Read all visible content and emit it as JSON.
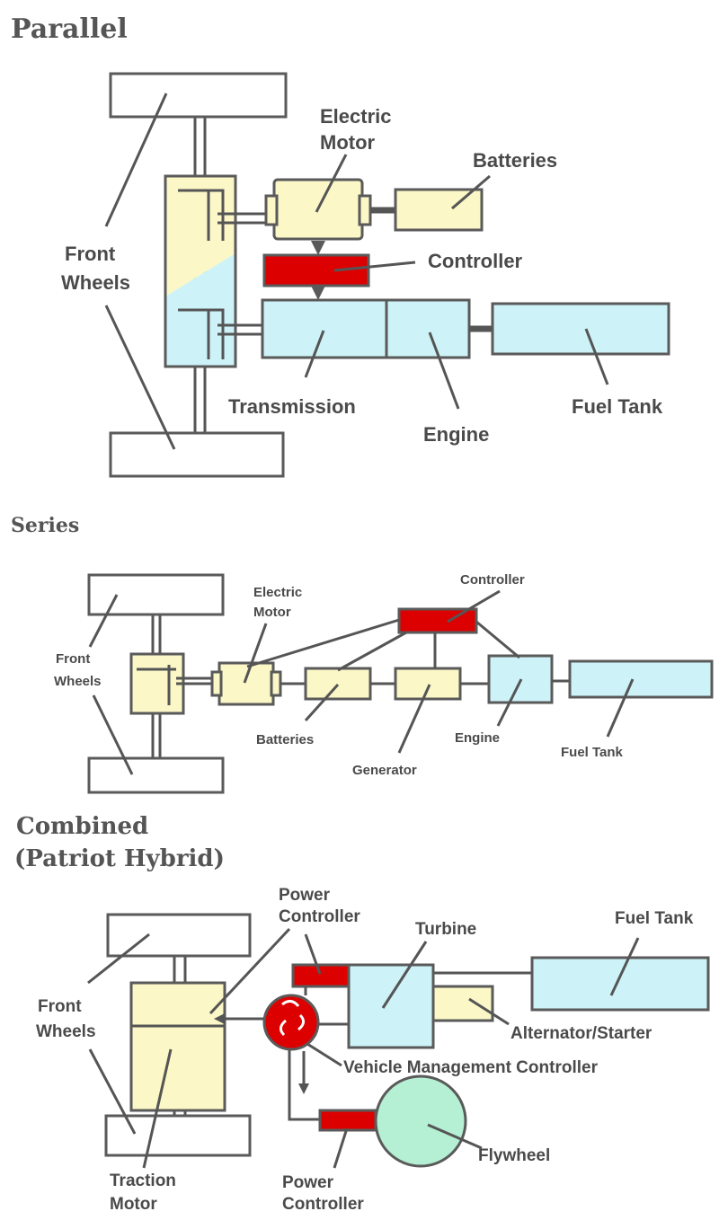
{
  "sections": {
    "parallel": {
      "title": "Parallel",
      "labels": {
        "electric_motor_1": "Electric",
        "electric_motor_2": "Motor",
        "batteries": "Batteries",
        "controller": "Controller",
        "front_wheels_1": "Front",
        "front_wheels_2": "Wheels",
        "transmission": "Transmission",
        "engine": "Engine",
        "fuel_tank": "Fuel Tank"
      }
    },
    "series": {
      "title": "Series",
      "labels": {
        "controller": "Controller",
        "electric_motor_1": "Electric",
        "electric_motor_2": "Motor",
        "front_wheels_1": "Front",
        "front_wheels_2": "Wheels",
        "batteries": "Batteries",
        "generator": "Generator",
        "engine": "Engine",
        "fuel_tank": "Fuel Tank"
      }
    },
    "combined": {
      "title_1": "Combined",
      "title_2": "(Patriot Hybrid)",
      "labels": {
        "power_controller_top_1": "Power",
        "power_controller_top_2": "Controller",
        "turbine": "Turbine",
        "fuel_tank": "Fuel Tank",
        "front_wheels_1": "Front",
        "front_wheels_2": "Wheels",
        "alternator_starter": "Alternator/Starter",
        "vehicle_management_controller": "Vehicle Management Controller",
        "flywheel": "Flywheel",
        "traction_motor_1": "Traction",
        "traction_motor_2": "Motor",
        "power_controller_bottom_1": "Power",
        "power_controller_bottom_2": "Controller"
      }
    }
  },
  "colors": {
    "engine_side": "#cdf3f8",
    "electric_side": "#fbf7c7",
    "controller": "#dd0000",
    "flywheel": "#b6f0d4",
    "outline": "#5a5a5a"
  }
}
